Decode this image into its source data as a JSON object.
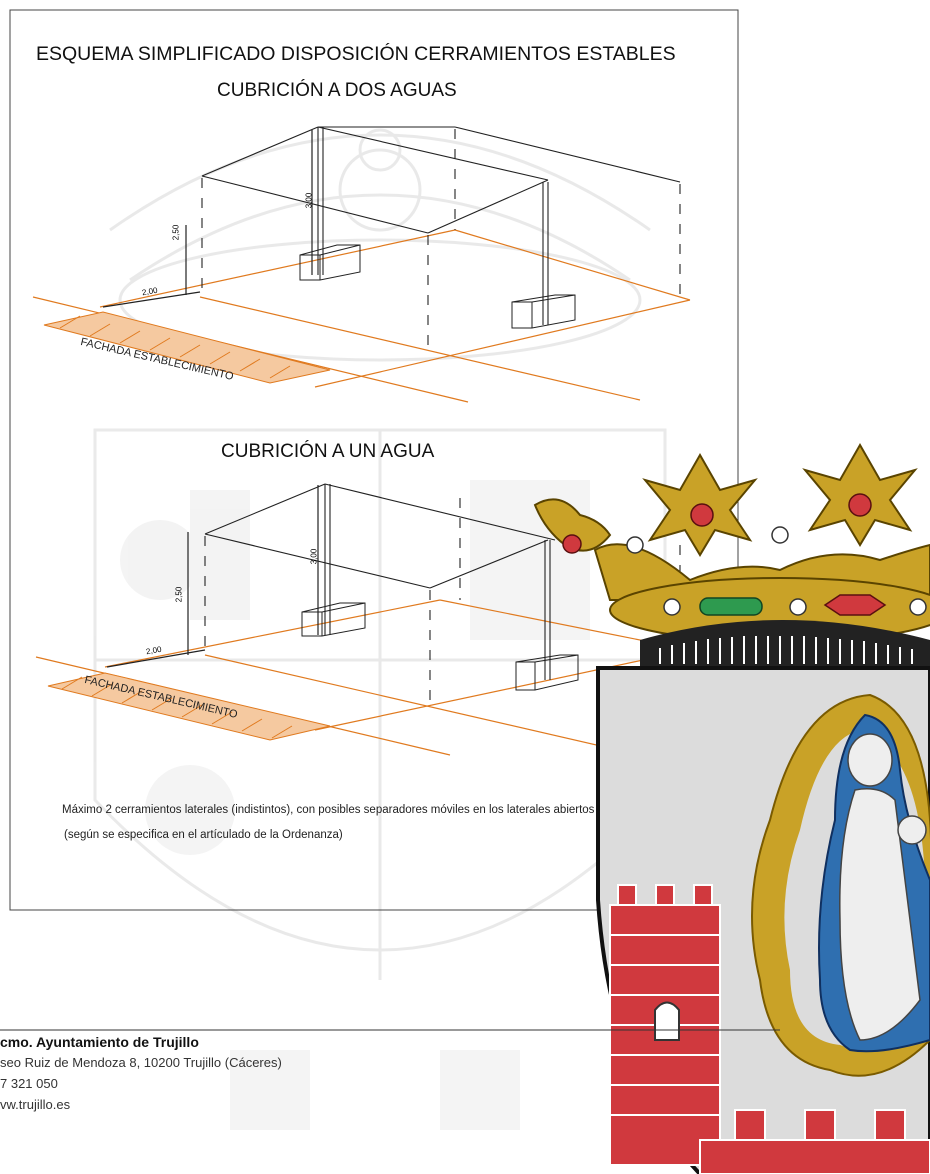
{
  "document": {
    "title": "ESQUEMA SIMPLIFICADO DISPOSICIÓN CERRAMIENTOS  ESTABLES",
    "section_two_slopes": "CUBRICIÓN A DOS AGUAS",
    "section_one_slope": "CUBRICIÓN A UN AGUA",
    "label_facade": "FACHADA ESTABLECIMIENTO",
    "dim_width": "2,00",
    "dim_low_height": "2,50",
    "dim_high_height": "3,00",
    "note_line1": "Máximo 2 cerramientos laterales (indistintos), con posibles separadores móviles en los laterales abiertos",
    "note_line2": "(según se especifica en el artículado de la Ordenanza)"
  },
  "footer": {
    "org": "cmo. Ayuntamiento de Trujillo",
    "address": "seo Ruiz de Mendoza 8, 10200 Trujillo (Cáceres)",
    "phone": "7 321 050",
    "web": "vw.trujillo.es"
  },
  "colors": {
    "accent_orange": "#E07A1F",
    "hatch_orange": "#E8893A",
    "crown_gold": "#C9A227",
    "shield_red": "#D0393E",
    "mantle_blue": "#2F6FB0",
    "jewel_green": "#2E9A4F"
  }
}
